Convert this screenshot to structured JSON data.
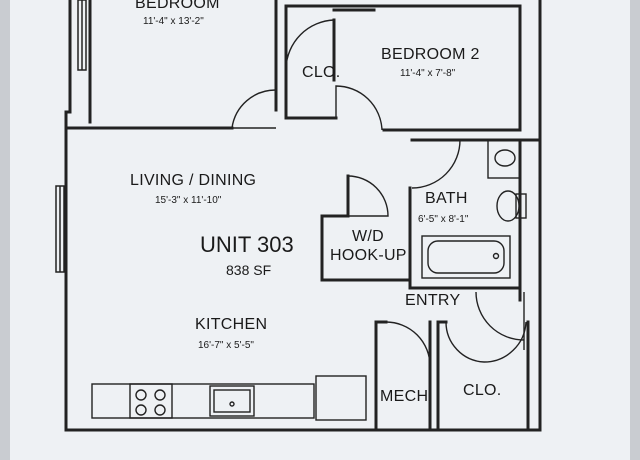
{
  "unit": {
    "title": "UNIT 303",
    "area": "838 SF"
  },
  "rooms": {
    "bedroom": {
      "name": "BEDROOM",
      "dims": "11'-4\" x 13'-2\""
    },
    "bedroom2": {
      "name": "BEDROOM 2",
      "dims": "11'-4\" x 7'-8\""
    },
    "closet_bedroom": {
      "name": "CLO."
    },
    "living_dining": {
      "name": "LIVING / DINING",
      "dims": "15'-3\" x 11'-10\""
    },
    "bath": {
      "name": "BATH",
      "dims": "6'-5\" x 8'-1\""
    },
    "wd": {
      "line1": "W/D",
      "line2": "HOOK-UP"
    },
    "entry": {
      "name": "ENTRY"
    },
    "kitchen": {
      "name": "KITCHEN",
      "dims": "16'-7\" x 5'-5\""
    },
    "mech": {
      "name": "MECH"
    },
    "closet_entry": {
      "name": "CLO."
    }
  },
  "colors": {
    "background": "#c9ccd1",
    "paper": "#eef1f4",
    "line": "#222222"
  }
}
